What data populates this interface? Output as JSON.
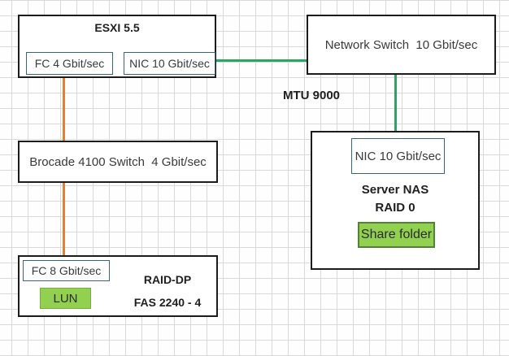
{
  "diagram": {
    "esxi": {
      "title": "ESXI 5.5",
      "fc_port_label": "FC 4 Gbit/sec",
      "nic_port_label": "NIC 10 Gbit/sec"
    },
    "network_switch": {
      "label": "Network Switch  10 Gbit/sec"
    },
    "mtu_label": "MTU 9000",
    "brocade": {
      "label": "Brocade 4100 Switch  4 Gbit/sec"
    },
    "fas": {
      "fc_port_label": "FC 8 Gbit/sec",
      "lun_label": "LUN",
      "raid_label": "RAID-DP",
      "model_label": "FAS 2240 - 4"
    },
    "nas": {
      "nic_port_label": "NIC 10 Gbit/sec",
      "title_line1": "Server NAS",
      "title_line2": "RAID 0",
      "share_label": "Share folder"
    }
  },
  "colors": {
    "connector_fc": "#e2812e",
    "connector_ethernet": "#2aa567",
    "highlight_fill": "#92d050",
    "lun_border": "#77ad3c",
    "share_border": "#538135",
    "port_border": "#3e6473",
    "box_border": "#1c1c1c",
    "grid": "#d9d9d9"
  }
}
